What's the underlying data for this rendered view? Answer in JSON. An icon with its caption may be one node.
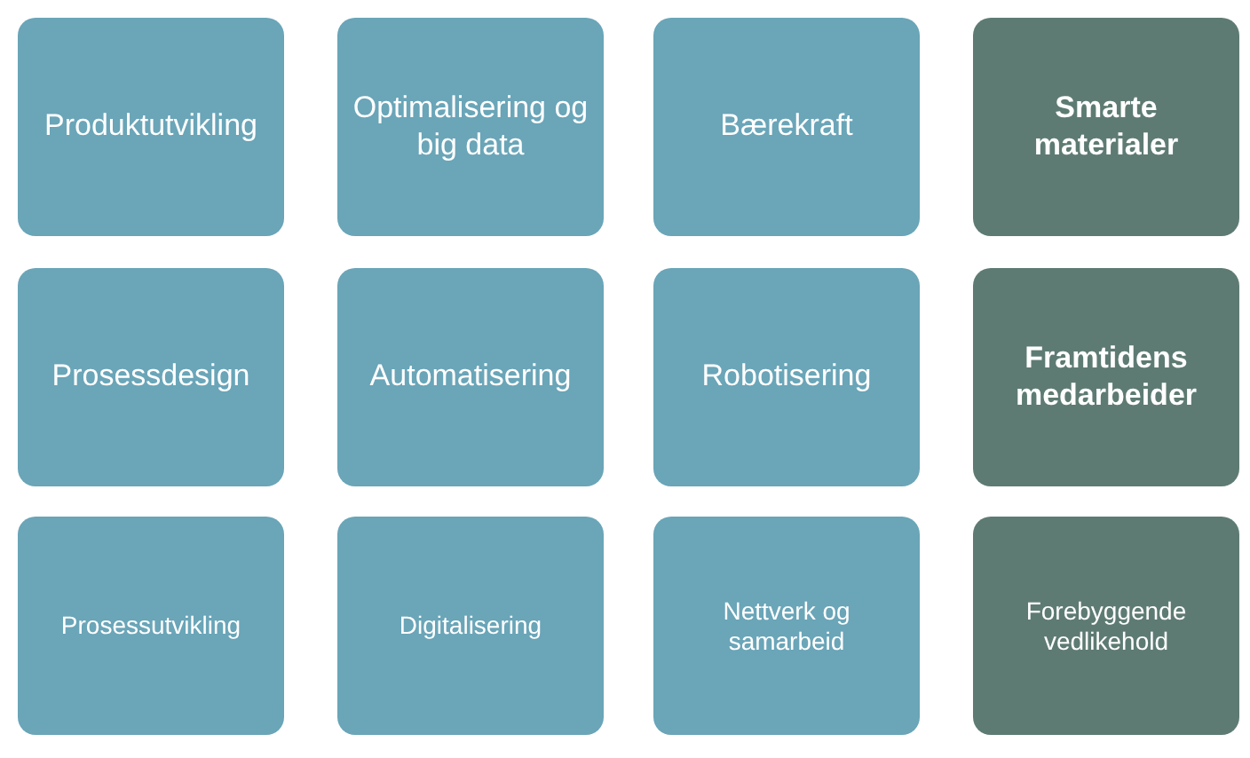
{
  "diagram": {
    "nodes": [
      {
        "text": [
          "Produktutvikling"
        ]
      },
      {
        "text": [
          "Optimalisering og big data"
        ]
      },
      {
        "text": [
          "Bærekraft"
        ]
      },
      {
        "text": [
          "Smarte materialer"
        ]
      },
      {
        "text": [
          "Prosessdesign"
        ]
      },
      {
        "text": [
          "Automatisering"
        ]
      },
      {
        "text": [
          "Robotisering"
        ]
      },
      {
        "text": [
          "Framtidens medarbeider"
        ]
      },
      {
        "text": [
          "Prosessutvikling"
        ]
      },
      {
        "text": [
          "Digitalisering"
        ]
      },
      {
        "text": [
          "Nettverk og samarbeid"
        ]
      },
      {
        "text": [
          "Forebyggende vedlikehold"
        ]
      }
    ]
  }
}
